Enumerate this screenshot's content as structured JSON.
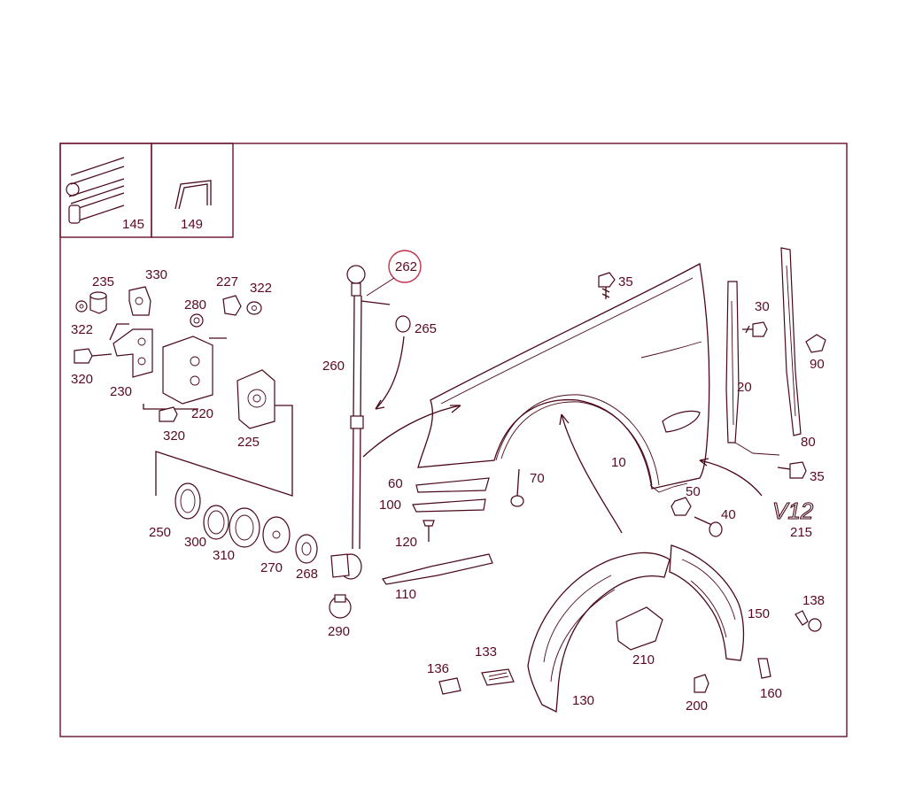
{
  "colors": {
    "line": "#4a0818",
    "text": "#5a0a20",
    "frame": "#6a1028",
    "highlight": "#c0304a"
  },
  "inset_labels": {
    "a": "145",
    "b": "149"
  },
  "part_labels": [
    {
      "id": "235",
      "text": "235"
    },
    {
      "id": "330",
      "text": "330"
    },
    {
      "id": "227",
      "text": "227"
    },
    {
      "id": "322a",
      "text": "322"
    },
    {
      "id": "322b",
      "text": "322"
    },
    {
      "id": "280",
      "text": "280"
    },
    {
      "id": "320a",
      "text": "320"
    },
    {
      "id": "230",
      "text": "230"
    },
    {
      "id": "220",
      "text": "220"
    },
    {
      "id": "320b",
      "text": "320"
    },
    {
      "id": "225",
      "text": "225"
    },
    {
      "id": "262",
      "text": "262"
    },
    {
      "id": "265",
      "text": "265"
    },
    {
      "id": "260",
      "text": "260"
    },
    {
      "id": "35a",
      "text": "35"
    },
    {
      "id": "30",
      "text": "30"
    },
    {
      "id": "90",
      "text": "90"
    },
    {
      "id": "20",
      "text": "20"
    },
    {
      "id": "80",
      "text": "80"
    },
    {
      "id": "35b",
      "text": "35"
    },
    {
      "id": "10",
      "text": "10"
    },
    {
      "id": "60",
      "text": "60"
    },
    {
      "id": "100",
      "text": "100"
    },
    {
      "id": "70",
      "text": "70"
    },
    {
      "id": "50",
      "text": "50"
    },
    {
      "id": "40",
      "text": "40"
    },
    {
      "id": "215",
      "text": "215"
    },
    {
      "id": "120",
      "text": "120"
    },
    {
      "id": "110",
      "text": "110"
    },
    {
      "id": "250",
      "text": "250"
    },
    {
      "id": "300",
      "text": "300"
    },
    {
      "id": "310",
      "text": "310"
    },
    {
      "id": "270",
      "text": "270"
    },
    {
      "id": "268",
      "text": "268"
    },
    {
      "id": "290",
      "text": "290"
    },
    {
      "id": "138",
      "text": "138"
    },
    {
      "id": "150",
      "text": "150"
    },
    {
      "id": "210",
      "text": "210"
    },
    {
      "id": "136",
      "text": "136"
    },
    {
      "id": "133",
      "text": "133"
    },
    {
      "id": "130",
      "text": "130"
    },
    {
      "id": "200",
      "text": "200"
    },
    {
      "id": "160",
      "text": "160"
    }
  ],
  "emblem_text": "V12"
}
